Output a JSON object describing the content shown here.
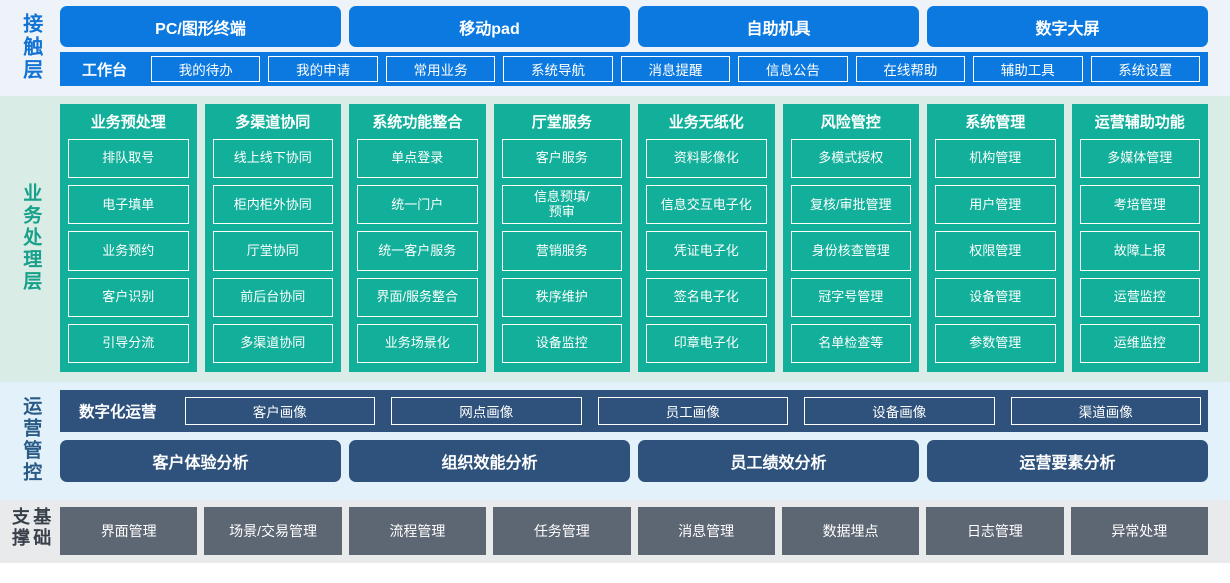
{
  "layers": {
    "contact": {
      "label": "接触层",
      "channels": [
        "PC/图形终端",
        "移动pad",
        "自助机具",
        "数字大屏"
      ],
      "workbench_title": "工作台",
      "workbench_items": [
        "我的待办",
        "我的申请",
        "常用业务",
        "系统导航",
        "消息提醒",
        "信息公告",
        "在线帮助",
        "辅助工具",
        "系统设置"
      ]
    },
    "business": {
      "label": "业务处理层",
      "columns": [
        {
          "title": "业务预处理",
          "items": [
            "排队取号",
            "电子填单",
            "业务预约",
            "客户识别",
            "引导分流"
          ]
        },
        {
          "title": "多渠道协同",
          "items": [
            "线上线下协同",
            "柜内柜外协同",
            "厅堂协同",
            "前后台协同",
            "多渠道协同"
          ]
        },
        {
          "title": "系统功能整合",
          "items": [
            "单点登录",
            "统一门户",
            "统一客户服务",
            "界面/服务整合",
            "业务场景化"
          ]
        },
        {
          "title": "厅堂服务",
          "items": [
            "客户服务",
            "信息预填/\n预审",
            "营销服务",
            "秩序维护",
            "设备监控"
          ]
        },
        {
          "title": "业务无纸化",
          "items": [
            "资料影像化",
            "信息交互电子化",
            "凭证电子化",
            "签名电子化",
            "印章电子化"
          ]
        },
        {
          "title": "风险管控",
          "items": [
            "多模式授权",
            "复核/审批管理",
            "身份核查管理",
            "冠字号管理",
            "名单检查等"
          ]
        },
        {
          "title": "系统管理",
          "items": [
            "机构管理",
            "用户管理",
            "权限管理",
            "设备管理",
            "参数管理"
          ]
        },
        {
          "title": "运营辅助功能",
          "items": [
            "多媒体管理",
            "考培管理",
            "故障上报",
            "运营监控",
            "运维监控"
          ]
        }
      ]
    },
    "ops": {
      "label": "运营管控",
      "digital_title": "数字化运营",
      "portraits": [
        "客户画像",
        "网点画像",
        "员工画像",
        "设备画像",
        "渠道画像"
      ],
      "analyses": [
        "客户体验分析",
        "组织效能分析",
        "员工绩效分析",
        "运营要素分析"
      ]
    },
    "base": {
      "label": "基础支撑",
      "items": [
        "界面管理",
        "场景/交易管理",
        "流程管理",
        "任务管理",
        "消息管理",
        "数据埋点",
        "日志管理",
        "异常处理"
      ]
    }
  },
  "colors": {
    "contact_bg": "#eef3f9",
    "contact_blue": "#0b79e0",
    "business_bg": "#d9ece6",
    "business_teal": "#12b09a",
    "ops_bg": "#e3f1fa",
    "ops_navy": "#2e527c",
    "base_bg": "#e8eaec",
    "base_gray": "#5d6673"
  }
}
